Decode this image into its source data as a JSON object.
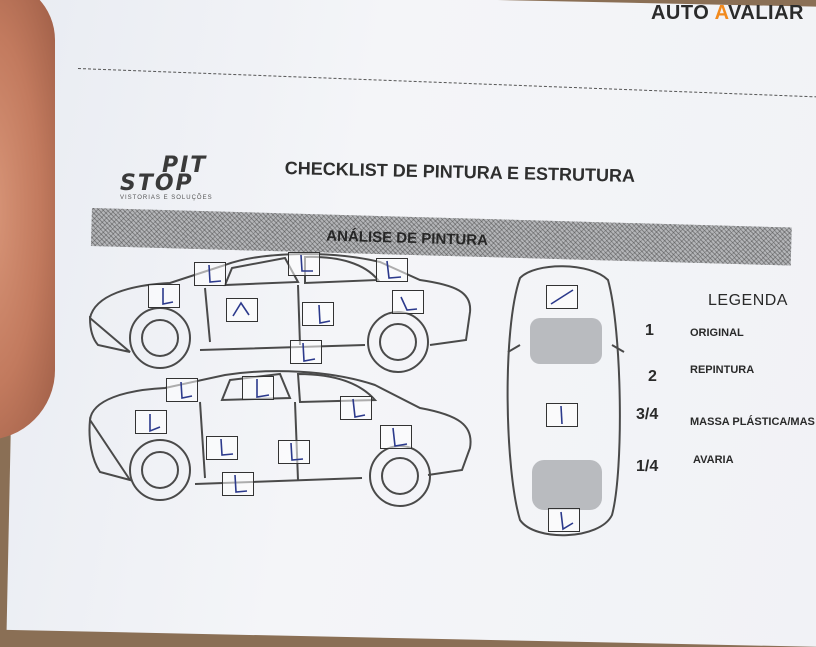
{
  "watermark": {
    "prefix": "A",
    "part1": "UTO ",
    "accent": "A",
    "part2": "VALIAR"
  },
  "logo": {
    "line1": "PIT",
    "line2": "STOP",
    "line3": "VISTORIAS E SOLUÇÕES"
  },
  "document": {
    "title": "CHECKLIST DE PINTURA E ESTRUTURA"
  },
  "section": {
    "title": "ANÁLISE DE PINTURA"
  },
  "legend": {
    "title": "LEGENDA",
    "items": [
      {
        "code": "1",
        "label": "ORIGINAL"
      },
      {
        "code": "2",
        "label": "REPINTURA"
      },
      {
        "code": "3/4",
        "label": "MASSA PLÁSTICA/MAS"
      },
      {
        "code": "1/4",
        "label": "AVARIA"
      }
    ]
  },
  "colors": {
    "ink": "#2c3a8c",
    "print": "#3a3a3a",
    "accent": "#f28a1e"
  }
}
